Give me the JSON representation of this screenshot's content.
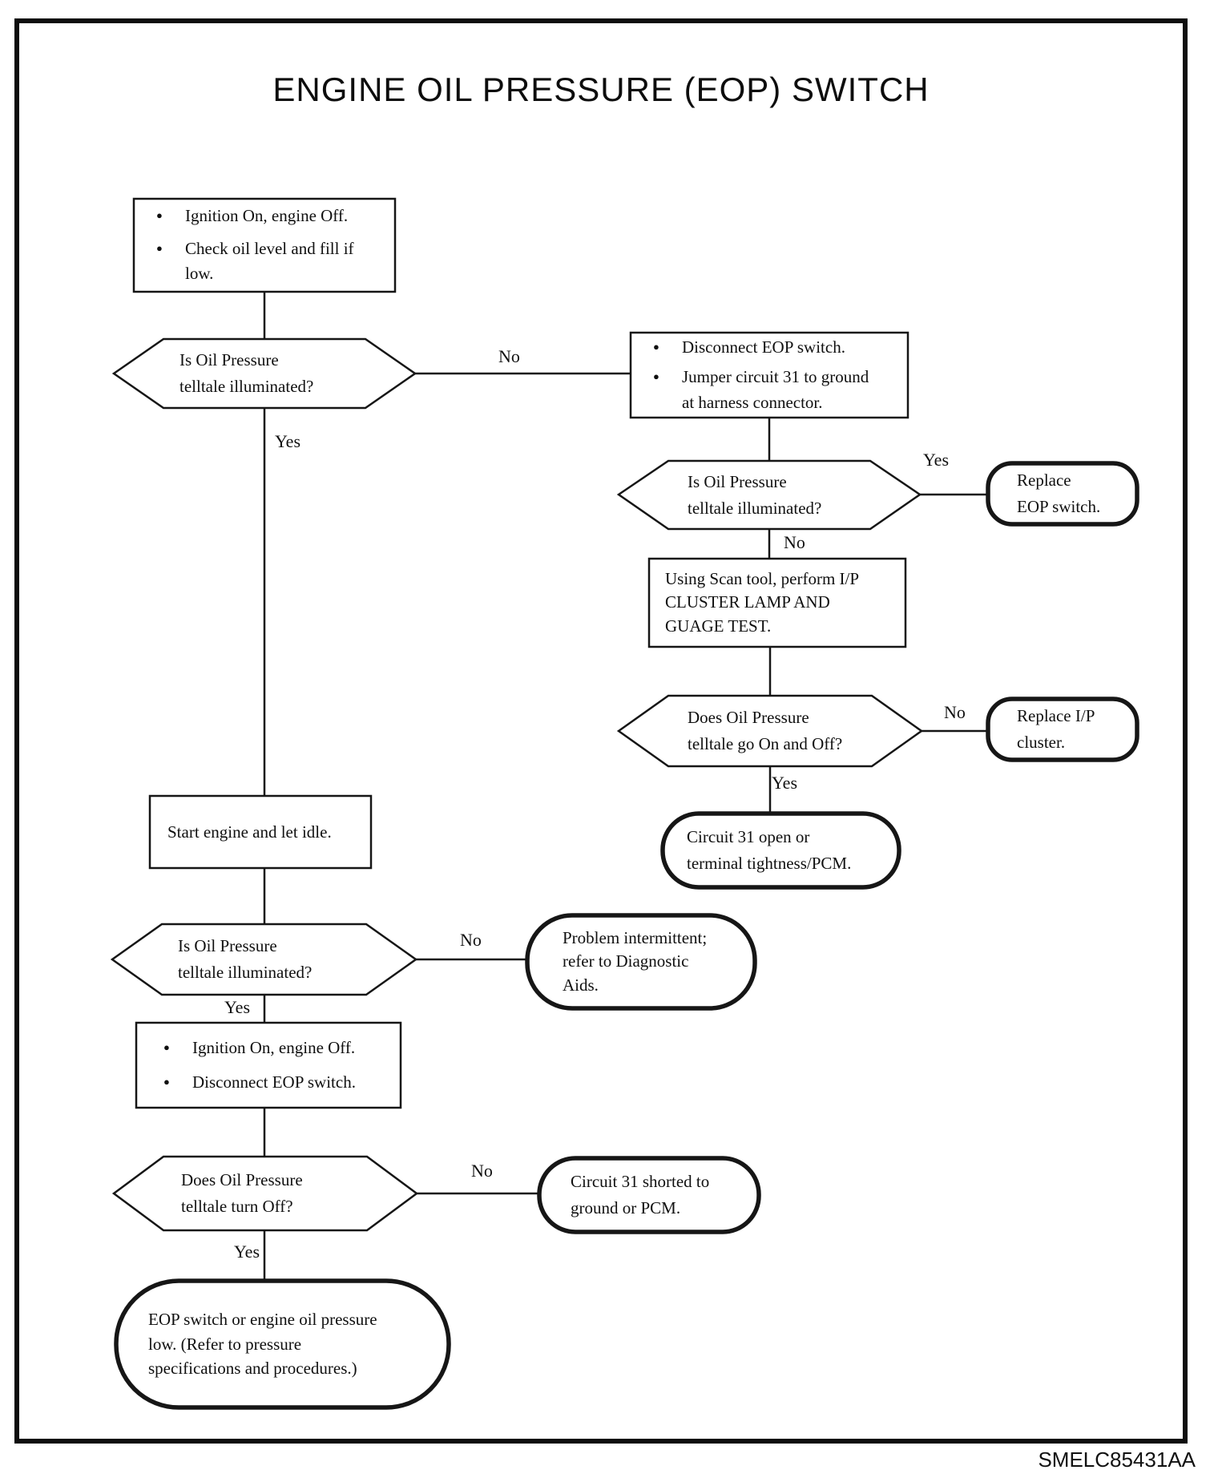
{
  "title": "ENGINE OIL PRESSURE (EOP) SWITCH",
  "figure_code": "SMELC85431AA",
  "flowchart": {
    "bullet": "●",
    "labels": {
      "yes": "Yes",
      "no": "No"
    },
    "steps": {
      "prep": {
        "bullets": [
          "Ignition On, engine Off.",
          "Check oil level and fill if\nlow."
        ]
      },
      "disconnect_jumper": {
        "bullets": [
          "Disconnect EOP switch.",
          "Jumper circuit 31 to ground\nat harness connector."
        ]
      },
      "scan_tool": {
        "text": "Using Scan tool, perform I/P\nCLUSTER LAMP AND\nGUAGE TEST."
      },
      "start_engine": {
        "text": "Start engine and let idle."
      },
      "ignition_disconnect": {
        "bullets": [
          "Ignition On, engine Off.",
          "Disconnect EOP switch."
        ]
      }
    },
    "decisions": {
      "telltale_illuminated_1": "Is Oil Pressure\ntelltale illuminated?",
      "telltale_illuminated_2": "Is Oil Pressure\ntelltale illuminated?",
      "telltale_on_off": "Does Oil Pressure\ntelltale go On and Off?",
      "telltale_illuminated_3": "Is Oil Pressure\ntelltale illuminated?",
      "telltale_turn_off": "Does Oil Pressure\ntelltale turn Off?"
    },
    "terminals": {
      "replace_eop": "Replace\nEOP switch.",
      "replace_ip_cluster": "Replace I/P\ncluster.",
      "circuit_open": "Circuit 31 open or\nterminal tightness/PCM.",
      "intermittent": "Problem intermittent;\nrefer to Diagnostic\nAids.",
      "circuit_shorted": "Circuit 31 shorted to\nground or PCM.",
      "eop_low": "EOP switch or engine oil pressure\nlow. (Refer to pressure\nspecifications and procedures.)"
    }
  }
}
